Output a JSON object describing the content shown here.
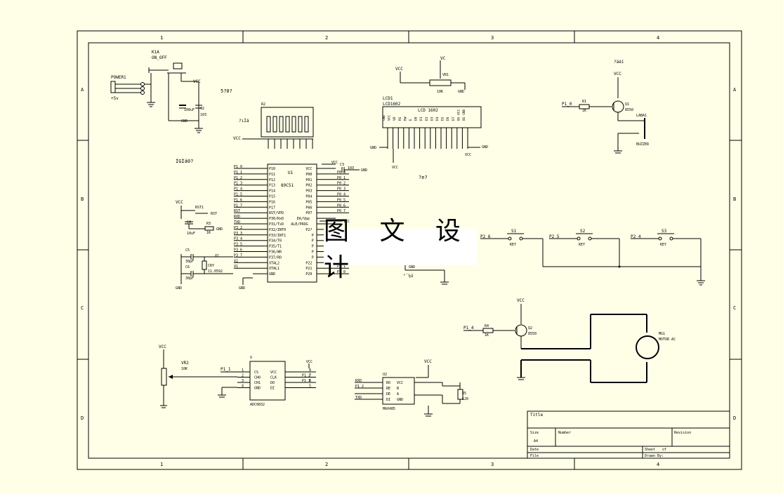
{
  "frame": {
    "col_labels": [
      "1",
      "2",
      "3",
      "4"
    ],
    "row_labels": [
      "A",
      "B",
      "C",
      "D"
    ]
  },
  "watermark": "图 文 设 计",
  "power": {
    "ref": "POWER1",
    "voltage": "+5v",
    "switch_ref": "K1A",
    "switch_val": "ON_OFF",
    "vcc": "VCC",
    "gnd": "GND",
    "c1_val": "100uF",
    "c2_ref": "C2",
    "c2_val": "103",
    "note": "5?0?"
  },
  "resnet": {
    "ref": "R2",
    "note": "?ıİä",
    "vcc": "VCC"
  },
  "reset": {
    "note": "İGİä0?",
    "vcc": "VCC",
    "rst_ref": "RST1",
    "rst_net": "RST",
    "c4_ref": "C4",
    "c4_val": "10uF",
    "r3_ref": "R3",
    "r3_val": "1K",
    "gnd": "GND"
  },
  "crystal": {
    "c5_ref": "C5",
    "c5_val": "30pF",
    "c6_ref": "C6",
    "c6_val": "30pF",
    "x1_ref": "X1",
    "x1_val": "11.0592",
    "x1_alt": "CRY",
    "gnd": "GND"
  },
  "mcu": {
    "ref": "U1",
    "part": "89C51",
    "left_pins": [
      "P10",
      "P11",
      "P12",
      "P13",
      "P14",
      "P15",
      "P16",
      "P17",
      "RST/VPD",
      "P30/RxD",
      "P31/TxD",
      "P32/INT0",
      "P33/INT1",
      "P34/T0",
      "P35/T1",
      "P36/WR",
      "P37/RD",
      "XTAL2",
      "XTAL1",
      "GND"
    ],
    "left_nets": [
      "P1_0",
      "P1_1",
      "P1_2",
      "P1_3",
      "P1_4",
      "P1_5",
      "P1_6",
      "P1_7",
      "RST",
      "RXD",
      "TXD",
      "P3_2",
      "P3_3",
      "P3_4",
      "P3_5",
      "P3_6",
      "P3_7",
      "X2",
      "X1",
      ""
    ],
    "right_pins": [
      "VCC",
      "P00",
      "P01",
      "P02",
      "P03",
      "P04",
      "P05",
      "P06",
      "P07",
      "EA/Vpp",
      "ALE/PROG",
      "P2?",
      "P",
      "P",
      "P",
      "P",
      "P",
      "P22",
      "P21",
      "P20"
    ],
    "right_nets": [
      "",
      "P0_0",
      "P0_1",
      "P0_2",
      "P0_3",
      "P0_4",
      "P0_5",
      "P0_6",
      "P0_7",
      "",
      "",
      "",
      "",
      "",
      "",
      "",
      "",
      "P2_2",
      "P2_1",
      "P2_0"
    ],
    "vcc": "VCC",
    "gnd": "GND",
    "c3_ref": "C3",
    "c3_val": "103"
  },
  "lcd": {
    "ref": "LCD1",
    "part": "LCD1602",
    "body": "LCD 1602",
    "pins": [
      "GND",
      "VCC",
      "VO",
      "RS",
      "RW",
      "E",
      "D0",
      "D1",
      "D2",
      "D3",
      "D4",
      "D5",
      "D6",
      "D7",
      "BG VCC",
      "BG GND"
    ],
    "vr_ref": "VR1",
    "vr_val": "10K",
    "vcc": "VCC",
    "gnd": "GND",
    "note": "?e?"
  },
  "buzzer": {
    "vcc": "VCC",
    "net": "P1_0",
    "r_ref": "R1",
    "r_val": "1K",
    "q_ref": "Q1",
    "q_val": "8550",
    "ls_ref": "LABA1",
    "ls_val": "BUZZER",
    "note": "?äéí"
  },
  "keys": {
    "items": [
      {
        "net": "P2_6",
        "ref": "S1",
        "val": "KEY"
      },
      {
        "net": "P2_5",
        "ref": "S2",
        "val": "KEY"
      },
      {
        "net": "P2_4",
        "ref": "S3",
        "val": "KEY"
      }
    ],
    "gnd": "GND",
    "note": "°´¼ü"
  },
  "motor": {
    "vcc": "VCC",
    "net": "P1_4",
    "r_ref": "R4",
    "r_val": "1K",
    "q_ref": "Q2",
    "q_val": "8550",
    "m_ref": "MG1",
    "m_val": "MOTOR AC"
  },
  "adc": {
    "vcc": "VCC",
    "vr_ref": "VR2",
    "vr_val": "10K",
    "net": "P1_1",
    "ref": "U",
    "part": "ADC0832",
    "left_pins": [
      "CS",
      "CH0",
      "CH1",
      "GND"
    ],
    "right_pins": [
      "VCC",
      "CLK",
      "DO",
      "DI"
    ],
    "left_nums": [
      "1",
      "2",
      "3",
      "4"
    ],
    "right_nums": [
      "8",
      "7",
      "6",
      "5"
    ],
    "right_nets": [
      "",
      "P1_2",
      "P1_3",
      ""
    ]
  },
  "rs485": {
    "vcc": "VCC",
    "ref": "U2",
    "part": "MAX485",
    "left_nets": [
      "RXD",
      "P1_2",
      "",
      "TXD"
    ],
    "left_pins": [
      "RO",
      "RE",
      "DE",
      "DI"
    ],
    "right_pins": [
      "VCC",
      "B",
      "A",
      "GND"
    ],
    "r_ref": "R5",
    "r_val": "120"
  },
  "title_block": {
    "title": "Title",
    "size": "Size",
    "size_val": "A4",
    "number": "Number",
    "revision": "Revision",
    "date": "Date",
    "file": "File",
    "sheet": "Sheet",
    "of": "of",
    "drawn": "Drawn By:"
  }
}
